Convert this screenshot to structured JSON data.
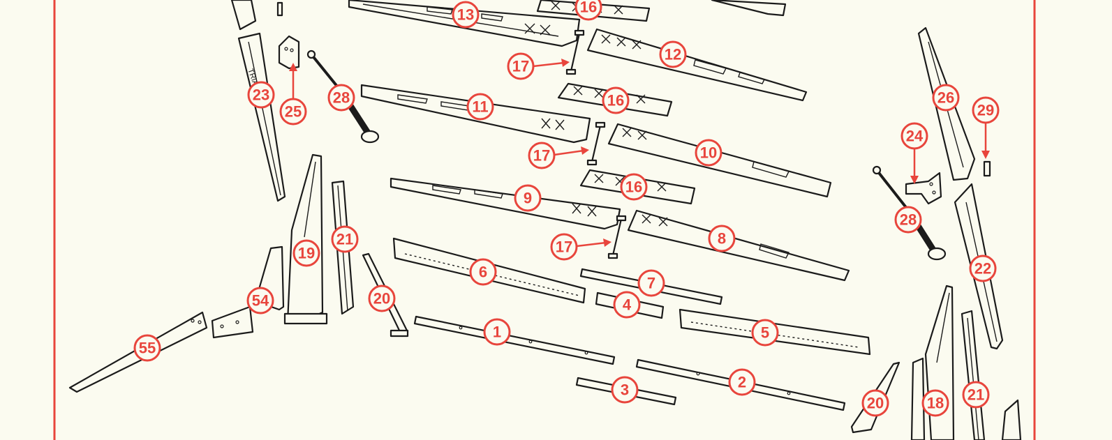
{
  "colors": {
    "accent": "#e8453c",
    "linework": "#1b1b1b",
    "background": "#fbfbf0"
  },
  "callouts": [
    {
      "label": "13"
    },
    {
      "label": "16"
    },
    {
      "label": "12"
    },
    {
      "label": "17"
    },
    {
      "label": "23"
    },
    {
      "label": "25"
    },
    {
      "label": "28"
    },
    {
      "label": "11"
    },
    {
      "label": "16"
    },
    {
      "label": "17"
    },
    {
      "label": "10"
    },
    {
      "label": "9"
    },
    {
      "label": "16"
    },
    {
      "label": "17"
    },
    {
      "label": "8"
    },
    {
      "label": "19"
    },
    {
      "label": "21"
    },
    {
      "label": "6"
    },
    {
      "label": "7"
    },
    {
      "label": "4"
    },
    {
      "label": "54"
    },
    {
      "label": "20"
    },
    {
      "label": "1"
    },
    {
      "label": "5"
    },
    {
      "label": "55"
    },
    {
      "label": "3"
    },
    {
      "label": "2"
    },
    {
      "label": "26"
    },
    {
      "label": "29"
    },
    {
      "label": "24"
    },
    {
      "label": "28"
    },
    {
      "label": "22"
    },
    {
      "label": "20"
    },
    {
      "label": "18"
    },
    {
      "label": "21"
    }
  ]
}
